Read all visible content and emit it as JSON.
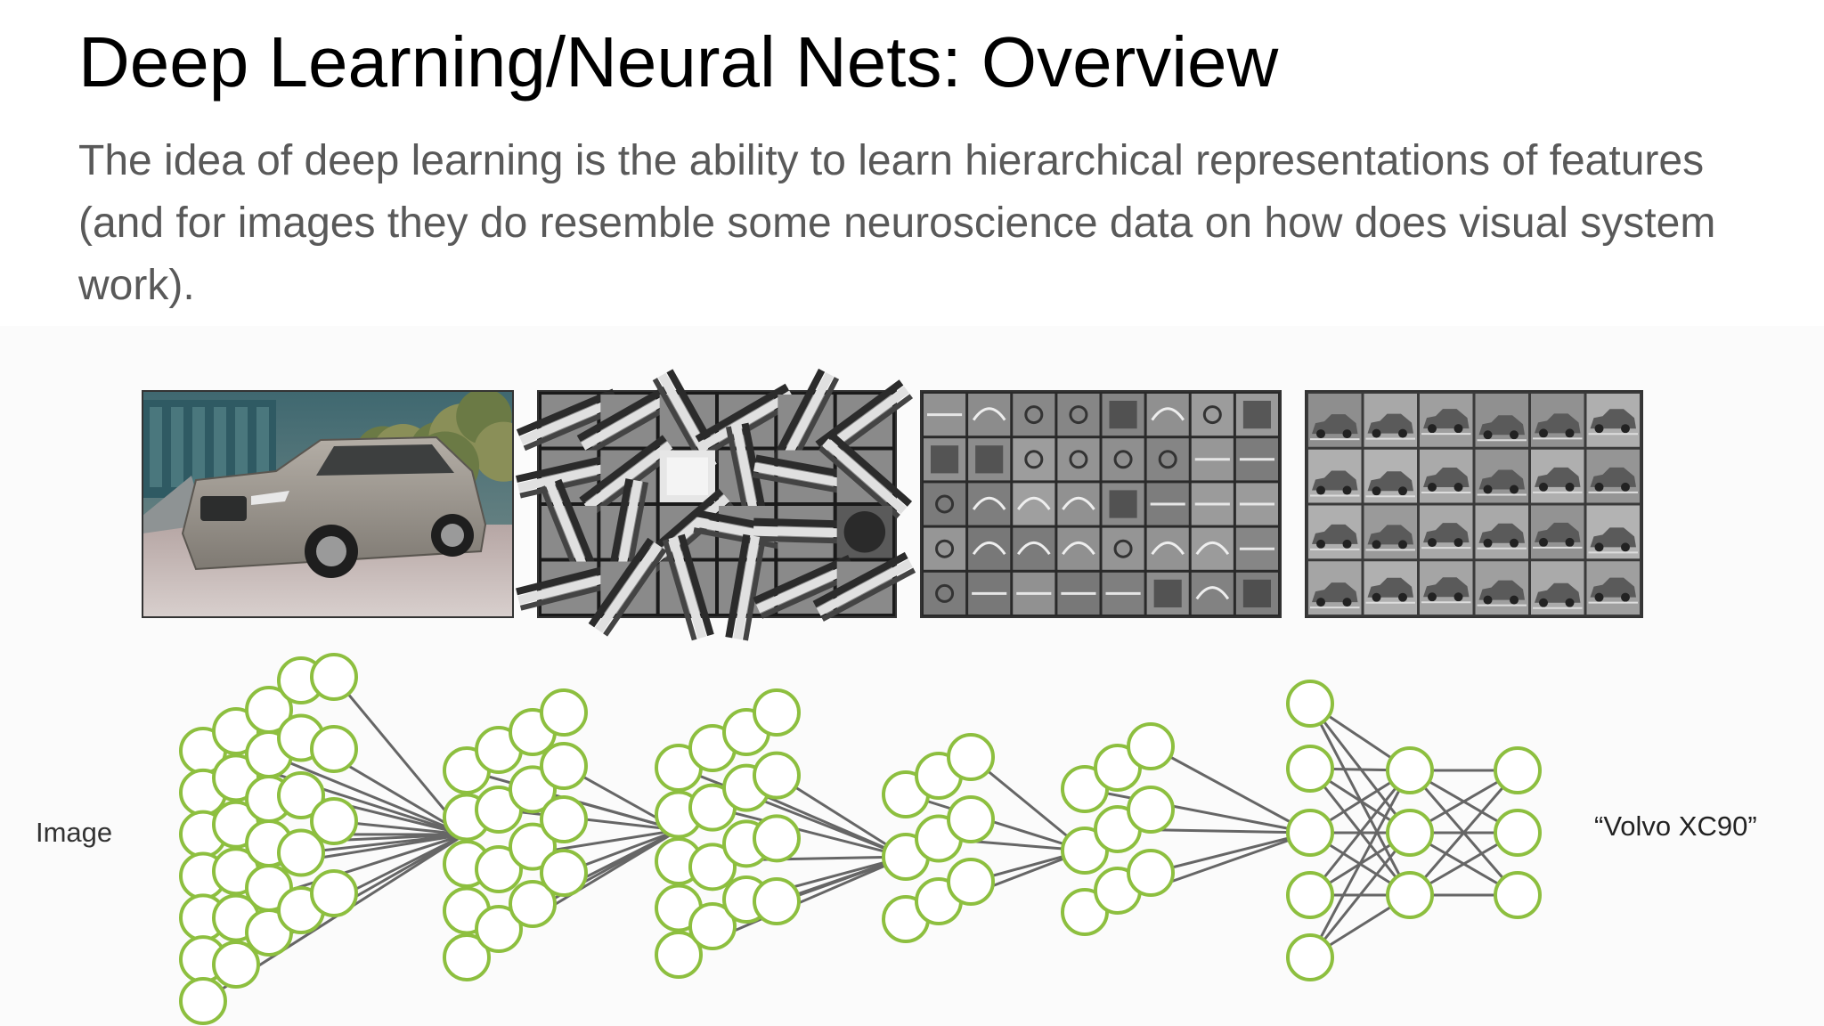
{
  "slide": {
    "title": "Deep Learning/Neural Nets: Overview",
    "body": "The idea of deep learning is the ability to learn hierarchical representations of features (and for images they do resemble some neuroscience data on how does visual system work)."
  },
  "figure": {
    "input_label": "Image",
    "output_label": "“Volvo XC90”",
    "node_color": "#8dbf3f",
    "edge_color": "#666666",
    "panels": [
      {
        "kind": "photo",
        "subject": "silver Volvo XC90 SUV"
      },
      {
        "kind": "feature-grid",
        "level": "edges",
        "rows": 4,
        "cols": 6
      },
      {
        "kind": "feature-grid",
        "level": "parts",
        "rows": 5,
        "cols": 8
      },
      {
        "kind": "feature-grid",
        "level": "objects",
        "rows": 4,
        "cols": 6
      }
    ],
    "icons": [
      "car-photo",
      "edge-filter-grid",
      "part-filter-grid",
      "object-filter-grid"
    ]
  }
}
